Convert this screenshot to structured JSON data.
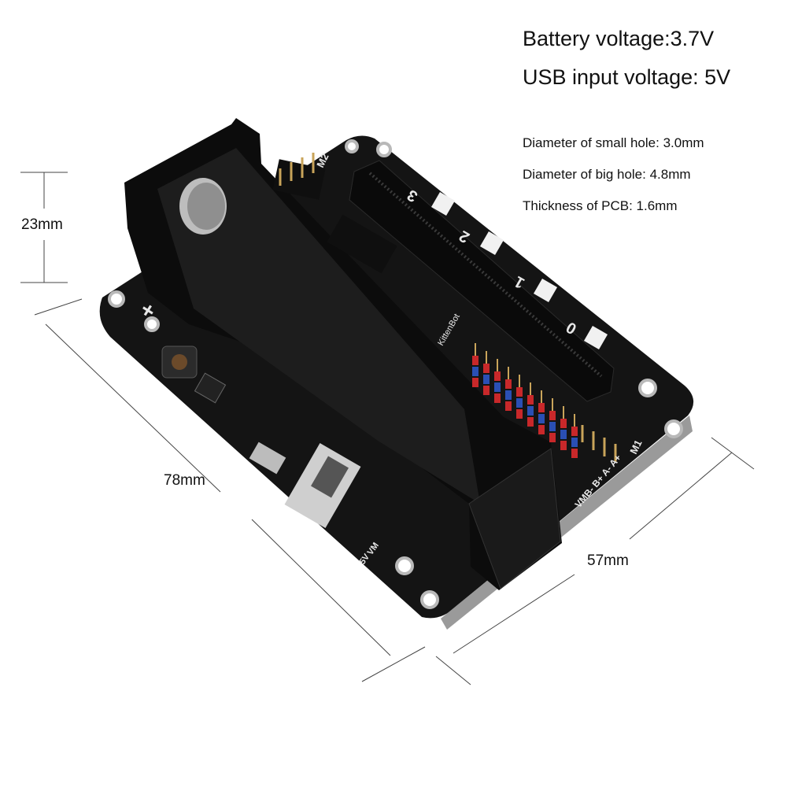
{
  "specs": {
    "battery_voltage": "Battery voltage:3.7V",
    "usb_input_voltage": "USB input voltage: 5V",
    "small_hole": "Diameter of small hole: 3.0mm",
    "big_hole": "Diameter of big hole: 4.8mm",
    "pcb_thickness": "Thickness of PCB: 1.6mm"
  },
  "dimensions": {
    "height": "23mm",
    "length": "78mm",
    "width": "57mm"
  },
  "board": {
    "plus_mark": "+",
    "motor_header_top": "M2",
    "motor_header_bottom": "M1",
    "motor_pins": "VMB- B+ A- A+",
    "led_labels": [
      "3",
      "2",
      "1",
      "0"
    ],
    "brand": "KittenBot",
    "power_label": "5V",
    "vm_label": "VM"
  },
  "colors": {
    "pcb": "#141414",
    "holder": "#0c0c0c",
    "pin_red": "#c8282a",
    "pin_blue": "#2a4fb4",
    "pin_gold": "#c9a45a",
    "silver": "#b9b9b9"
  }
}
